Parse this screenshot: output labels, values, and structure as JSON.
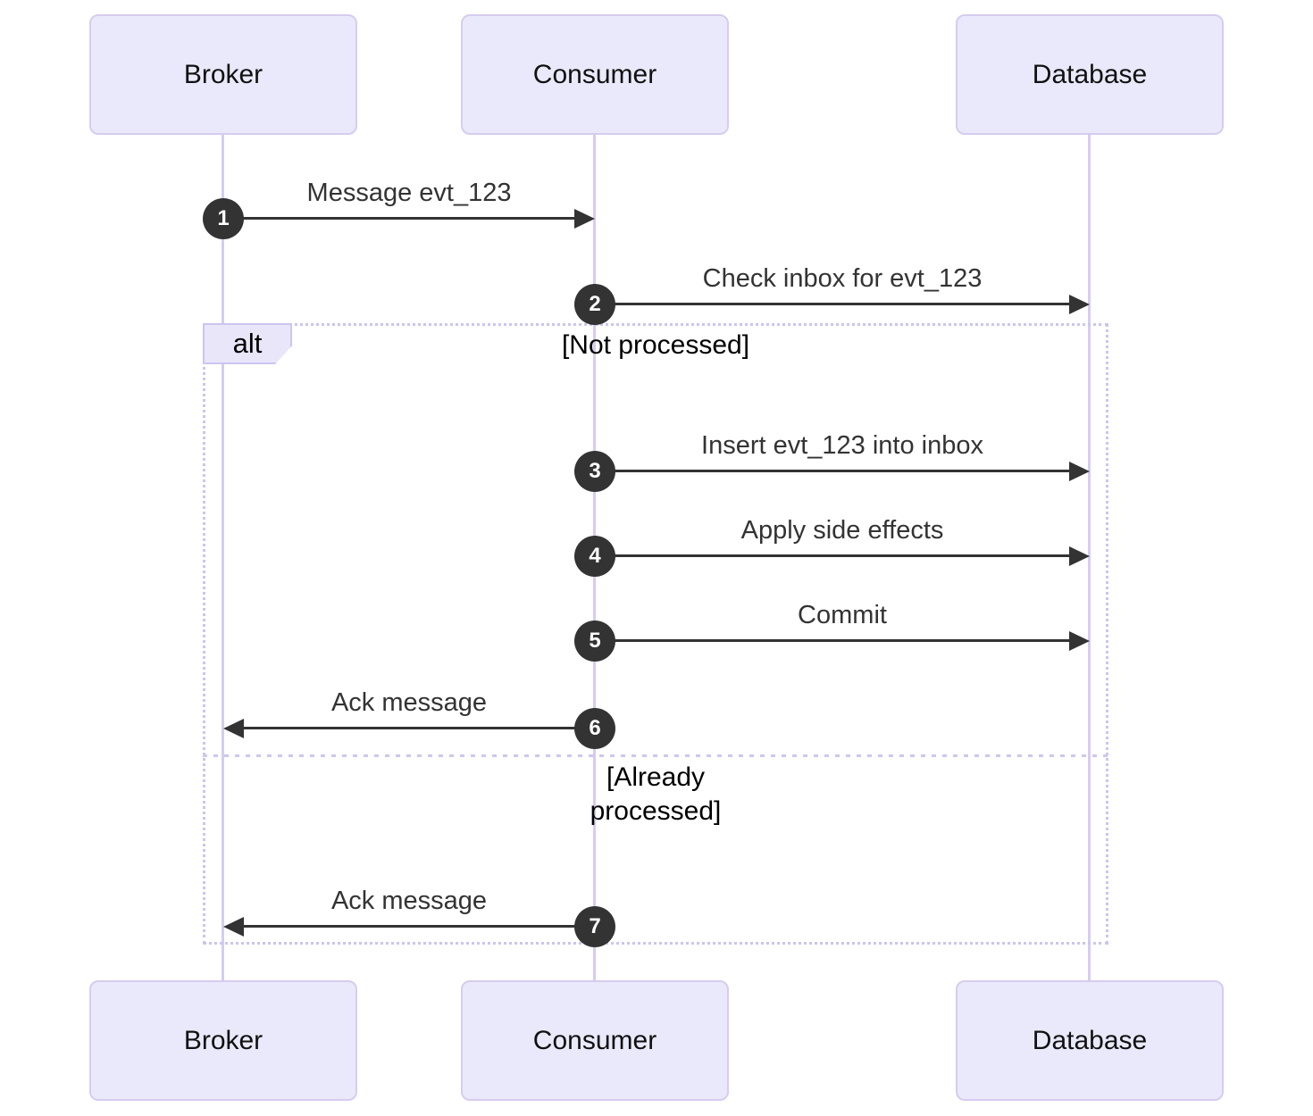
{
  "diagram": {
    "type": "sequence-diagram",
    "participants": [
      {
        "name": "Broker"
      },
      {
        "name": "Consumer"
      },
      {
        "name": "Database"
      }
    ],
    "messages": [
      {
        "seq": "1",
        "label": "Message evt_123",
        "from": "Broker",
        "to": "Consumer"
      },
      {
        "seq": "2",
        "label": "Check inbox for evt_123",
        "from": "Consumer",
        "to": "Database"
      },
      {
        "seq": "3",
        "label": "Insert evt_123 into inbox",
        "from": "Consumer",
        "to": "Database"
      },
      {
        "seq": "4",
        "label": "Apply side effects",
        "from": "Consumer",
        "to": "Database"
      },
      {
        "seq": "5",
        "label": "Commit",
        "from": "Consumer",
        "to": "Database"
      },
      {
        "seq": "6",
        "label": "Ack message",
        "from": "Consumer",
        "to": "Broker"
      },
      {
        "seq": "7",
        "label": "Ack message",
        "from": "Consumer",
        "to": "Broker"
      }
    ],
    "alt": {
      "operator": "alt",
      "branches": [
        {
          "guard": "[Not processed]"
        },
        {
          "guard": "[Already processed]"
        }
      ]
    },
    "colors": {
      "actor_fill": "#EAE9FB",
      "actor_border": "#D7CCEE",
      "lifeline": "#D6CCEF",
      "frame_border": "#CBC5F0",
      "arrow": "#333333",
      "badge_fill": "#333333",
      "badge_text": "#FFFFFF"
    }
  }
}
